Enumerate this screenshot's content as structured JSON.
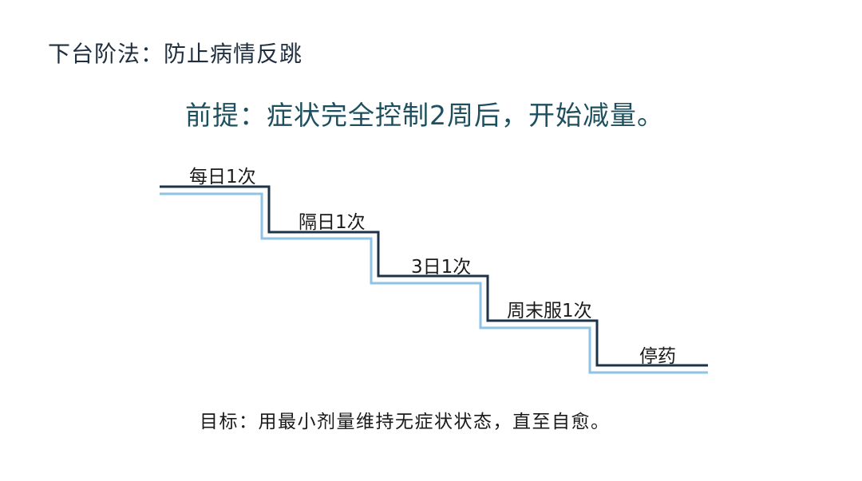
{
  "title": "下台阶法：防止病情反跳",
  "premise": "前提：症状完全控制2周后，开始减量。",
  "steps": [
    {
      "label": "每日1次"
    },
    {
      "label": "隔日1次"
    },
    {
      "label": "3日1次"
    },
    {
      "label": "周末服1次"
    },
    {
      "label": "停药"
    }
  ],
  "goal": "目标：用最小剂量维持无症状状态，直至自愈。",
  "colors": {
    "dark_line": "#1c3349",
    "light_line": "#8ec3e6",
    "title_text": "#1f2f3f",
    "premise_text": "#1d4f5f"
  }
}
